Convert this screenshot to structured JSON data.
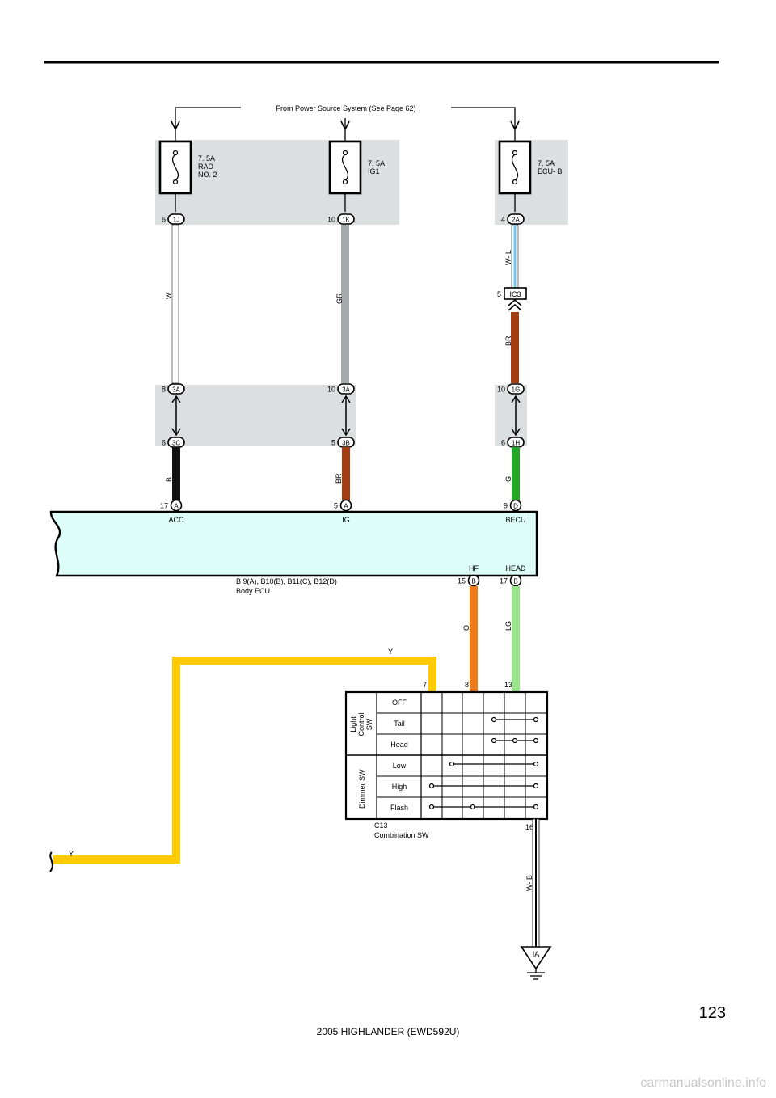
{
  "header": {
    "source": "From Power Source System (See Page 62)"
  },
  "fuses": [
    {
      "rating": "7. 5A",
      "name": "RAD",
      "name2": "NO. 2"
    },
    {
      "rating": "7. 5A",
      "name": "IG1",
      "name2": ""
    },
    {
      "rating": "7. 5A",
      "name": "ECU- B",
      "name2": ""
    }
  ],
  "connectors": {
    "c1": {
      "pin": "6",
      "id": "1J"
    },
    "c2": {
      "pin": "10",
      "id": "1K"
    },
    "c3": {
      "pin": "4",
      "id": "2A"
    },
    "c4": {
      "pin": "5",
      "id": "IC3"
    },
    "c5": {
      "pin": "8",
      "id": "3A"
    },
    "c6": {
      "pin": "10",
      "id": "3A"
    },
    "c7": {
      "pin": "10",
      "id": "1G"
    },
    "c8": {
      "pin": "6",
      "id": "3C"
    },
    "c9": {
      "pin": "5",
      "id": "3B"
    },
    "c10": {
      "pin": "6",
      "id": "1H"
    }
  },
  "wires": {
    "w1": "W",
    "w2": "GR",
    "w3": "W- L",
    "w4": "BR",
    "w5": "B",
    "w6": "BR",
    "w7": "G",
    "w8": "O",
    "w9": "LG",
    "w10": "Y",
    "w11": "Y",
    "w12": "W- B"
  },
  "ecu": {
    "pins_top": [
      {
        "pin": "17",
        "letter": "A",
        "label": "ACC"
      },
      {
        "pin": "5",
        "letter": "A",
        "label": "IG"
      },
      {
        "pin": "9",
        "letter": "D",
        "label": "BECU"
      }
    ],
    "pins_bottom": [
      {
        "pin": "15",
        "letter": "B",
        "label": "HF"
      },
      {
        "pin": "17",
        "letter": "B",
        "label": "HEAD"
      }
    ],
    "ref": "B 9(A), B10(B), B11(C), B12(D)",
    "name": "Body ECU"
  },
  "switch": {
    "pins": [
      "7",
      "8",
      "13",
      "16"
    ],
    "group1": "Light Control SW",
    "group2": "Dimmer SW",
    "rows": [
      "OFF",
      "Tail",
      "Head",
      "Low",
      "High",
      "Flash"
    ],
    "ref": "C13",
    "name": "Combination SW"
  },
  "ground": {
    "id": "IA"
  },
  "footer": {
    "page": "123",
    "title": "2005 HIGHLANDER (EWD592U)",
    "watermark": "carmanualsonline.info"
  },
  "colors": {
    "fuse_box": "#dcdfe0",
    "ecu_fill": "#dcfdf8",
    "wire_gr": "#a3aaaa",
    "wire_br": "#a33d14",
    "wire_b": "#111111",
    "wire_g": "#26a626",
    "wire_o": "#f07b1b",
    "wire_lg": "#99e58c",
    "wire_y": "#ffcb05",
    "wire_wl": "#6fc9ec"
  }
}
